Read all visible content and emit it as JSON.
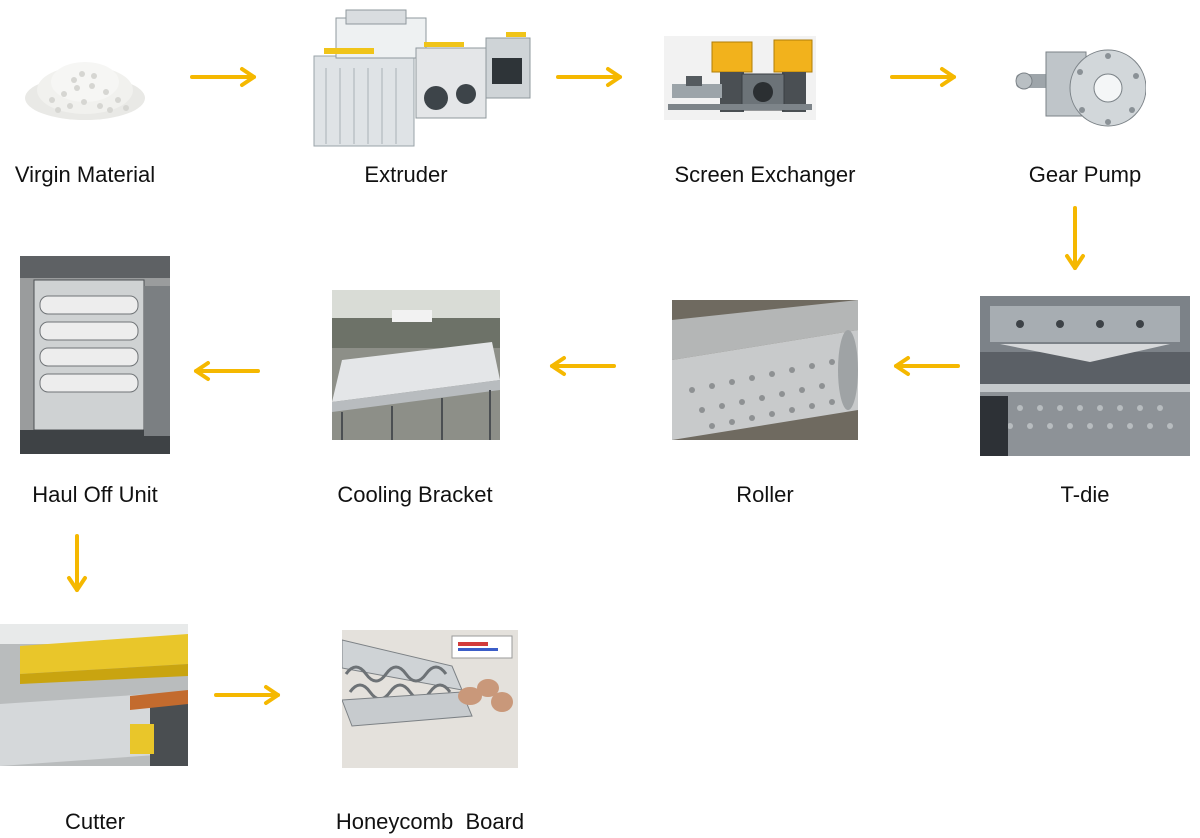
{
  "arrow_color": "#f5b800",
  "nodes": {
    "virgin_material": {
      "label": "Virgin Material",
      "image": "white-pellets-photo"
    },
    "extruder": {
      "label": "Extruder",
      "image": "extruder-line-photo"
    },
    "screen_exchanger": {
      "label": "Screen Exchanger",
      "image": "screen-exchanger-photo"
    },
    "gear_pump": {
      "label": "Gear Pump",
      "image": "gear-pump-photo"
    },
    "t_die": {
      "label": "T-die",
      "image": "t-die-photo"
    },
    "roller": {
      "label": "Roller",
      "image": "embossed-roller-photo"
    },
    "cooling_bracket": {
      "label": "Cooling Bracket",
      "image": "cooling-bracket-photo"
    },
    "haul_off_unit": {
      "label": "Haul Off Unit",
      "image": "haul-off-unit-photo"
    },
    "cutter": {
      "label": "Cutter",
      "image": "cutter-photo"
    },
    "honeycomb_board": {
      "label": "Honeycomb  Board",
      "image": "honeycomb-board-photo"
    }
  }
}
